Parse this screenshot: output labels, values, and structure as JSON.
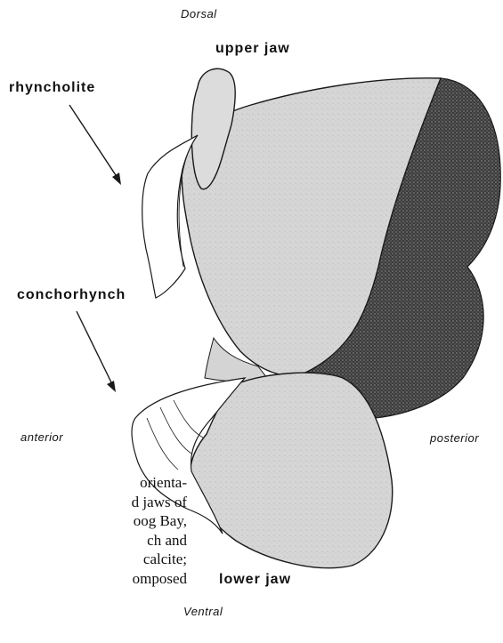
{
  "labels": {
    "dorsal": "Dorsal",
    "upper_jaw": "upper jaw",
    "rhyncholite": "rhyncholite",
    "conchorhynch": "conchorhynch",
    "anterior": "anterior",
    "posterior": "posterior",
    "lower_jaw": "lower jaw",
    "ventral": "Ventral"
  },
  "caption_lines": [
    "orienta-",
    "d jaws of",
    "oog Bay,",
    "ch  and",
    "calcite;",
    "omposed"
  ],
  "colors": {
    "jaw_fill": "#d9d9d9",
    "dark_region": "#4a4a4a",
    "outline": "#1a1a1a",
    "background": "#ffffff"
  }
}
